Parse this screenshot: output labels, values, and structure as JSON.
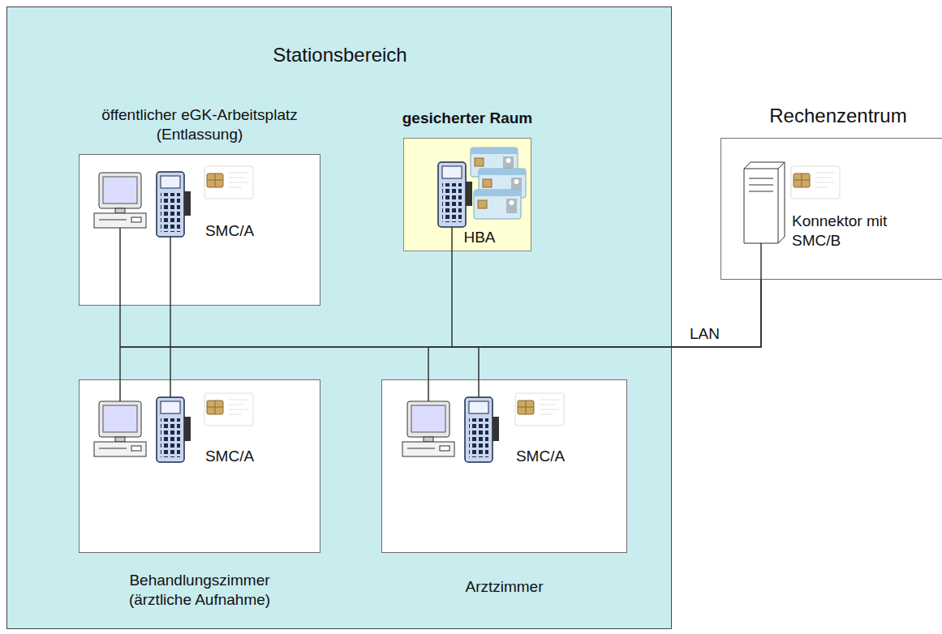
{
  "diagram": {
    "nodes": [
      {
        "text": [
          "Stationsbereich"
        ]
      },
      {
        "text": [
          "öffentlicher eGK-Arbeitsplatz (Entlassung)",
          "SMC/A"
        ],
        "in": 0
      },
      {
        "text": [
          "gesicherter Raum",
          "HBA"
        ],
        "in": 0
      },
      {
        "text": [
          "SMC/A",
          "Behandlungszimmer (ärztliche Aufnahme)"
        ],
        "in": 0
      },
      {
        "text": [
          "SMC/A",
          "Arztzimmer"
        ],
        "in": 0
      },
      {
        "text": [
          "Rechenzentrum",
          "Konnektor mit SMC/B"
        ]
      }
    ],
    "edges": [
      {
        "from": 1,
        "to": 5,
        "arrow": "none"
      },
      {
        "from": 2,
        "to": 5,
        "label": "LAN",
        "arrow": "none"
      },
      {
        "from": 3,
        "to": 5,
        "arrow": "none"
      },
      {
        "from": 4,
        "to": 5,
        "arrow": "none"
      }
    ]
  }
}
